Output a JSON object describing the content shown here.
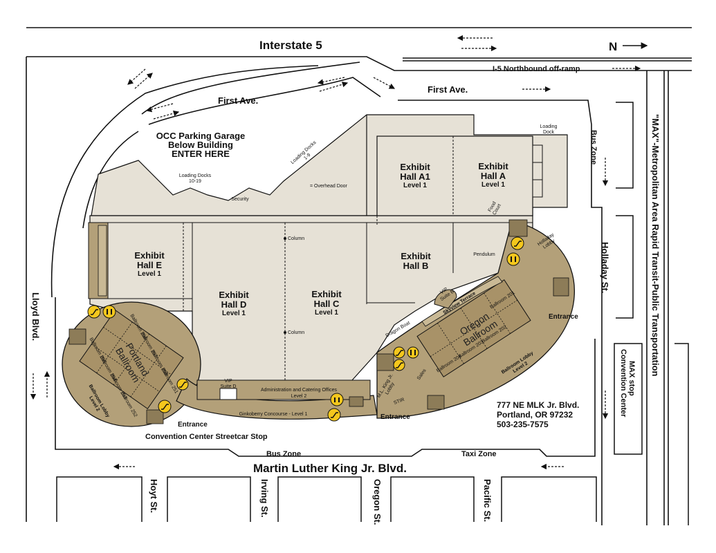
{
  "title": "",
  "compass": {
    "label": "N"
  },
  "streets": {
    "interstate": "Interstate 5",
    "offramp": "I-5 Northbound off-ramp",
    "first_ave_left": "First Ave.",
    "first_ave_right": "First Ave.",
    "mlk": "Martin Luther King Jr. Blvd.",
    "lloyd": "Lloyd Blvd.",
    "holladay": "Holladay St.",
    "hoyt": "Hoyt St.",
    "irving": "Irving St.",
    "oregon": "Oregon St.",
    "pacific": "Pacific St."
  },
  "transit": {
    "max_line": "\"MAX\"-Metropolitan Area Rapid Transit-Public Transportation",
    "max_stop_line1": "Convention Center",
    "max_stop_line2": "MAX stop",
    "streetcar": "Convention Center Streetcar Stop",
    "bus_zone_top": "Bus Zone",
    "bus_zone_bottom": "Bus Zone",
    "taxi_zone": "Taxi Zone"
  },
  "parking": {
    "line1": "OCC Parking Garage",
    "line2": "Below Building",
    "line3": "ENTER HERE"
  },
  "docks": {
    "docks_10_19_line1": "Loading Docks",
    "docks_10_19_line2": "10-19",
    "docks_1_9_line1": "Loading Docks",
    "docks_1_9_line2": "1-9",
    "loading_dock_line1": "Loading",
    "loading_dock_line2": "Dock",
    "overhead_door": "= Overhead Door",
    "security": "Security"
  },
  "halls": [
    {
      "name_line1": "Exhibit",
      "name_line2": "Hall A1",
      "level": "Level 1"
    },
    {
      "name_line1": "Exhibit",
      "name_line2": "Hall A",
      "level": "Level 1"
    },
    {
      "name_line1": "Exhibit",
      "name_line2": "Hall B",
      "level": ""
    },
    {
      "name_line1": "Exhibit",
      "name_line2": "Hall C",
      "level": "Level 1"
    },
    {
      "name_line1": "Exhibit",
      "name_line2": "Hall D",
      "level": "Level 1"
    },
    {
      "name_line1": "Exhibit",
      "name_line2": "Hall E",
      "level": "Level 1"
    }
  ],
  "labels": {
    "column_top": "Column",
    "column_bottom": "Column",
    "food_court_line1": "Food",
    "food_court_line2": "Court",
    "pendulum": "Pendulum",
    "holladay_lobby_line1": "Holladay",
    "holladay_lobby_line2": "Lobby",
    "vip_b_line1": "VIP",
    "vip_b_line2": "Suite B",
    "skyview": "Skyview Terrace",
    "dragon_boat": "Dragon Boat",
    "vip_d_line1": "VIP",
    "vip_d_line2": "Suite D",
    "admin_line1": "Administration and Catering Offices",
    "admin_line2": "Level 2",
    "ginkoberry": "Ginkoberry Concourse - Level 1",
    "mlk_lobby_line1": "M.L. King Jr.",
    "mlk_lobby_line2": "Lobby",
    "stir": "STIR",
    "sales": "Sales",
    "entrance_left": "Entrance",
    "entrance_mid": "Entrance",
    "entrance_right": "Entrance"
  },
  "ballrooms": {
    "oregon_line1": "Oregon",
    "oregon_line2": "Ballroom",
    "oregon_lobby_line1": "Ballroom Lobby",
    "oregon_lobby_line2": "Level 2",
    "oregon_rooms": [
      "Ballroom 201",
      "Ballroom 202",
      "Ballroom 203",
      "Ballroom 204"
    ],
    "portland_line1": "Portland",
    "portland_line2": "Ballroom",
    "portland_lobby_line1": "Ballroom Lobby",
    "portland_lobby_line2": "Level 2",
    "portland_rooms": [
      "Ballroom 256",
      "Ballroom 255",
      "Ballroom 254",
      "Ballroom 253",
      "Ballroom 252",
      "Ballroom 251",
      "Ballroom 257",
      "Ballroom 258"
    ]
  },
  "address": {
    "line1": "777 NE MLK Jr. Blvd.",
    "line2": "Portland, OR 97232",
    "line3": "503-235-7575"
  },
  "colors": {
    "building": "#e6e1d6",
    "ballroom": "#b3a079",
    "ballroom_dark": "#8d7c58",
    "icon_yellow": "#f4c71d",
    "line": "#111111"
  },
  "icons": [
    "elevator-icon",
    "escalator-icon",
    "stairs-icon",
    "restroom-icon",
    "arrow-icon"
  ]
}
